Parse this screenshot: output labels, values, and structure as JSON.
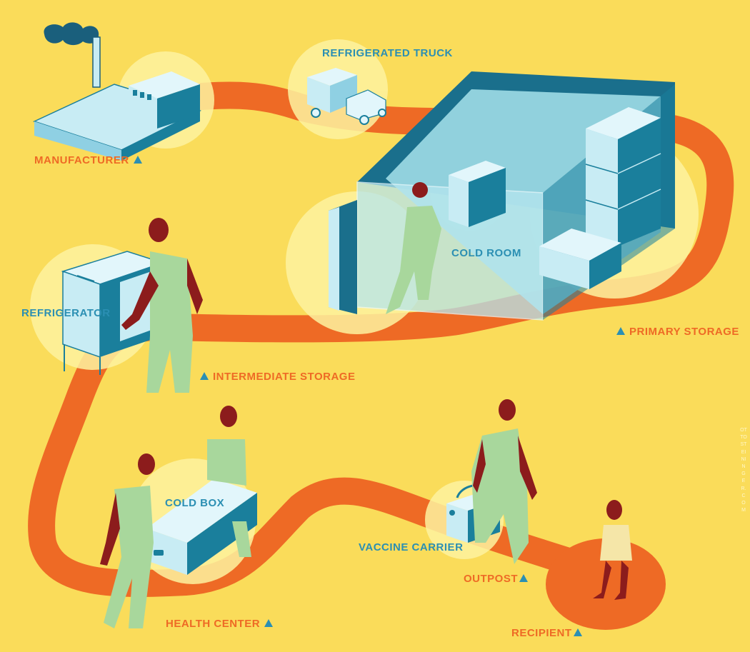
{
  "stations": {
    "manufacturer": "MANUFACTURER",
    "refrigerated_truck": "REFRIGERATED TRUCK",
    "cold_room": "COLD ROOM",
    "primary_storage": "PRIMARY STORAGE",
    "refrigerator": "REFRIGERATOR",
    "intermediate_storage": "INTERMEDIATE STORAGE",
    "cold_box": "COLD BOX",
    "health_center": "HEALTH CENTER",
    "vaccine_carrier": "VACCINE CARRIER",
    "outpost": "OUTPOST",
    "recipient": "RECIPIENT"
  },
  "credit": "OTTOSTEININGER.COM",
  "colors": {
    "background": "#fadc5a",
    "path": "#ee6a25",
    "label_blue": "#2b8fb3",
    "label_orange": "#ee6a25",
    "box_light": "#c8ecf4",
    "box_dark": "#1a7f9c",
    "skin": "#8c1c1c",
    "clothes": "#a8d79c"
  },
  "icons": [
    "factory-icon",
    "truck-icon",
    "cold-room-icon",
    "refrigerator-icon",
    "cold-box-icon",
    "vaccine-carrier-icon",
    "person-icon",
    "triangle-marker-icon"
  ]
}
